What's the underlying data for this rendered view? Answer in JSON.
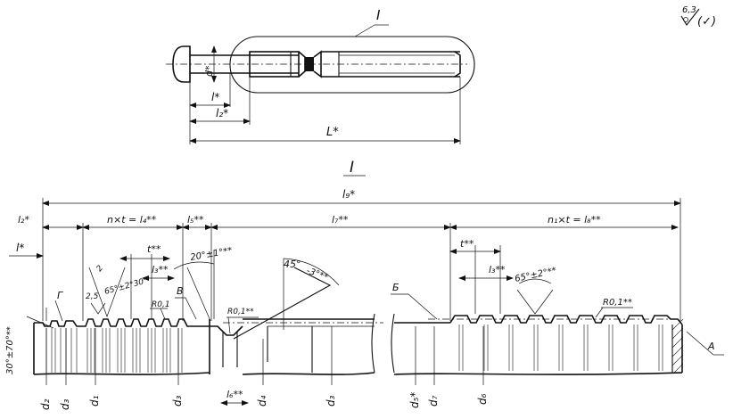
{
  "roughness": {
    "value": "6,3",
    "suffix": "(✓)"
  },
  "detail_callout": "I",
  "top_view": {
    "d_label": "d*",
    "l_label": "l*",
    "l2_label": "l₂*",
    "L_label": "L*"
  },
  "section": {
    "title": "I",
    "l9": "l₉*",
    "l2": "l₂*",
    "nt": "n×t = l₄**",
    "l5": "l₅**",
    "l7": "l₇**",
    "n1t": "n₁×t = l₈**",
    "l": "l*",
    "t_left": "t**",
    "l3_left": "l₃**",
    "ang20": "20°±1°**",
    "ang45": "45°",
    "ang45tol": "-3°**",
    "t_right": "t**",
    "l3_right": "l₃**",
    "ang65_left": "65°±2°30'",
    "ang65_right": "65°±2°**",
    "r_left": "R0,1",
    "r_mid": "R0,1**",
    "r_right": "R0,1**",
    "chamfer": "30°±70°**",
    "dim_25": "2,5",
    "dim_2": "2",
    "l6": "l₆**",
    "mark_G": "Г",
    "mark_V": "В",
    "mark_B": "Б",
    "mark_A": "А",
    "d2": "d₂",
    "d3a": "d₃",
    "d1": "d₁",
    "d3b": "d₃",
    "d4": "d₄",
    "d3c": "d₃",
    "d5": "d₅*",
    "d7": "d₇",
    "d6": "d₆"
  }
}
